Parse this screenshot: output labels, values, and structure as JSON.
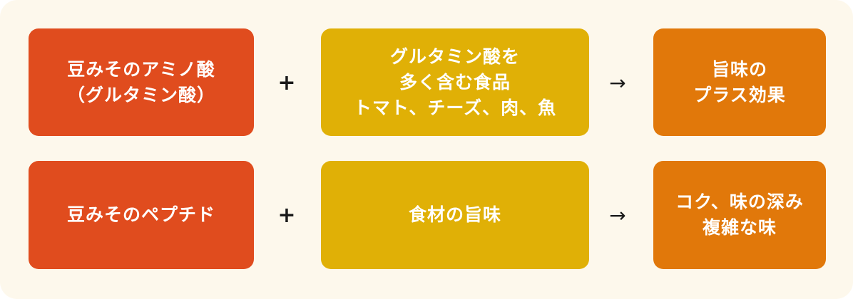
{
  "diagram": {
    "rows": [
      {
        "left": {
          "text": "豆みそのアミノ酸\n（グルタミン酸）",
          "color": "#e04c1e"
        },
        "operator": "+",
        "middle": {
          "text": "グルタミン酸を\n多く含む食品\nトマト、チーズ、肉、魚",
          "color": "#e0b006"
        },
        "arrow": "→",
        "result": {
          "text": "旨味の\nプラス効果",
          "color": "#e1780a"
        }
      },
      {
        "left": {
          "text": "豆みそのペプチド",
          "color": "#e04c1e"
        },
        "operator": "+",
        "middle": {
          "text": "食材の旨味",
          "color": "#e0b006"
        },
        "arrow": "→",
        "result": {
          "text": "コク、味の深み\n複雑な味",
          "color": "#e1780a"
        }
      }
    ]
  },
  "colors": {
    "background": "#fdf8ec",
    "source_box": "#e04c1e",
    "ingredient_box": "#e0b006",
    "result_box": "#e1780a",
    "operator": "#1a1a1a"
  }
}
